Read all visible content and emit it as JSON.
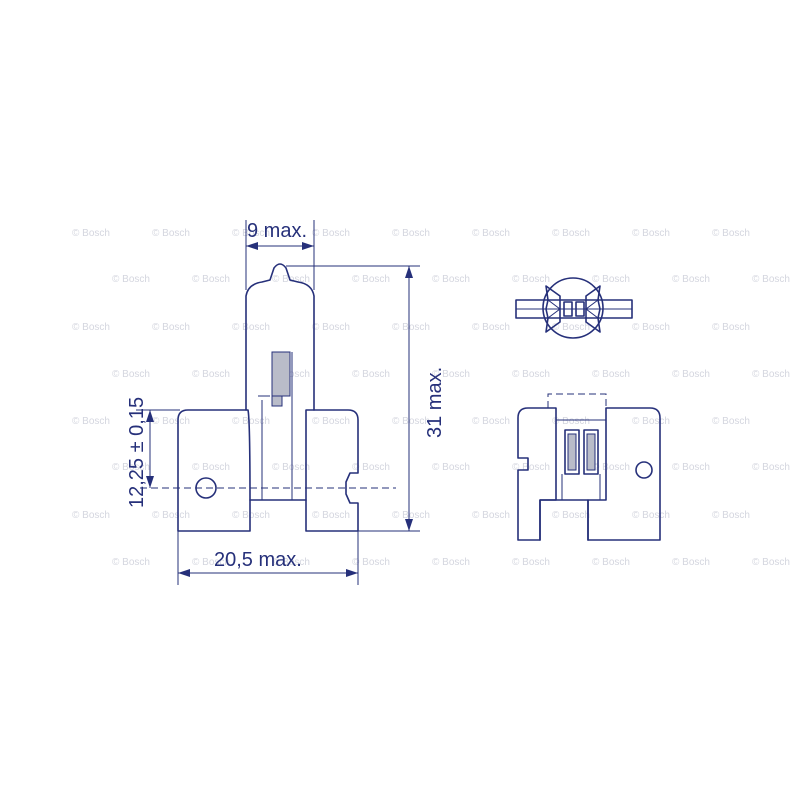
{
  "dimensions": {
    "top_width": "9 max.",
    "height": "31 max.",
    "base_width": "20,5 max.",
    "reference_height": "12,25 ± 0,15"
  },
  "watermark": "© Bosch",
  "colors": {
    "line": "#26307a",
    "shade": "#b9bcc9",
    "watermark": "#d4d6df"
  }
}
